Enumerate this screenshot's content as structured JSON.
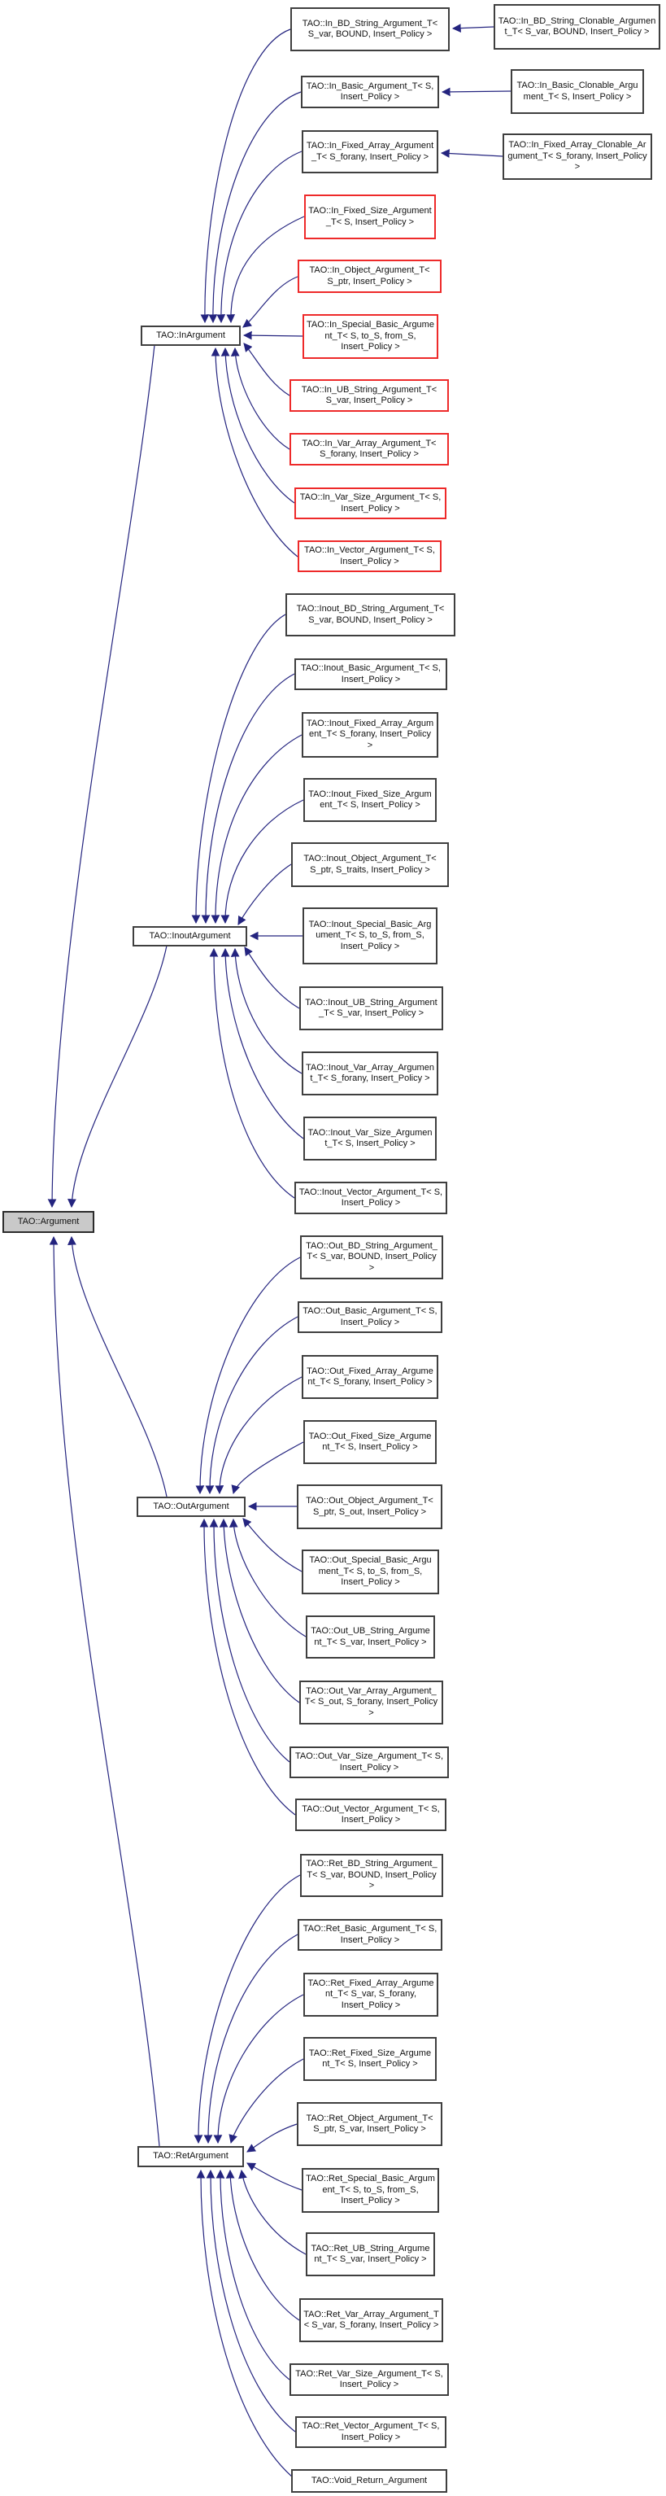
{
  "diagram": {
    "kind": "class-inheritance-graph",
    "colors": {
      "edge": "#24247f",
      "node_border": "#3f3f3f",
      "undocumented_border": "#ee2a2a",
      "root_fill": "#c9c9c9",
      "background": "#ffffff"
    }
  },
  "nodes": {
    "argument": {
      "label": "TAO::Argument"
    },
    "in_argument": {
      "label": "TAO::InArgument"
    },
    "inout_argument": {
      "label": "TAO::InoutArgument"
    },
    "out_argument": {
      "label": "TAO::OutArgument"
    },
    "ret_argument": {
      "label": "TAO::RetArgument"
    },
    "in_bd_string": {
      "label": "TAO::In_BD_String_Argument_T< S_var, BOUND, Insert_Policy >"
    },
    "in_basic": {
      "label": "TAO::In_Basic_Argument_T< S, Insert_Policy >"
    },
    "in_fixed_array": {
      "label": "TAO::In_Fixed_Array_Argument_T< S_forany, Insert_Policy >"
    },
    "in_fixed_size": {
      "label": "TAO::In_Fixed_Size_Argument_T< S, Insert_Policy >"
    },
    "in_object": {
      "label": "TAO::In_Object_Argument_T< S_ptr, Insert_Policy >"
    },
    "in_special_basic": {
      "label": "TAO::In_Special_Basic_Argument_T< S, to_S, from_S, Insert_Policy >"
    },
    "in_ub_string": {
      "label": "TAO::In_UB_String_Argument_T< S_var, Insert_Policy >"
    },
    "in_var_array": {
      "label": "TAO::In_Var_Array_Argument_T< S_forany, Insert_Policy >"
    },
    "in_var_size": {
      "label": "TAO::In_Var_Size_Argument_T< S, Insert_Policy >"
    },
    "in_vector": {
      "label": "TAO::In_Vector_Argument_T< S, Insert_Policy >"
    },
    "in_bd_string_clonable": {
      "label": "TAO::In_BD_String_Clonable_Argument_T< S_var, BOUND, Insert_Policy >"
    },
    "in_basic_clonable": {
      "label": "TAO::In_Basic_Clonable_Argument_T< S, Insert_Policy >"
    },
    "in_fixed_array_clonable": {
      "label": "TAO::In_Fixed_Array_Clonable_Argument_T< S_forany, Insert_Policy >"
    },
    "inout_bd_string": {
      "label": "TAO::Inout_BD_String_Argument_T< S_var, BOUND, Insert_Policy >"
    },
    "inout_basic": {
      "label": "TAO::Inout_Basic_Argument_T< S, Insert_Policy >"
    },
    "inout_fixed_array": {
      "label": "TAO::Inout_Fixed_Array_Argument_T< S_forany, Insert_Policy >"
    },
    "inout_fixed_size": {
      "label": "TAO::Inout_Fixed_Size_Argument_T< S, Insert_Policy >"
    },
    "inout_object": {
      "label": "TAO::Inout_Object_Argument_T< S_ptr, S_traits, Insert_Policy >"
    },
    "inout_special_basic": {
      "label": "TAO::Inout_Special_Basic_Argument_T< S, to_S, from_S, Insert_Policy >"
    },
    "inout_ub_string": {
      "label": "TAO::Inout_UB_String_Argument_T< S_var, Insert_Policy >"
    },
    "inout_var_array": {
      "label": "TAO::Inout_Var_Array_Argument_T< S_forany, Insert_Policy >"
    },
    "inout_var_size": {
      "label": "TAO::Inout_Var_Size_Argument_T< S, Insert_Policy >"
    },
    "inout_vector": {
      "label": "TAO::Inout_Vector_Argument_T< S, Insert_Policy >"
    },
    "out_bd_string": {
      "label": "TAO::Out_BD_String_Argument_T< S_var, BOUND, Insert_Policy >"
    },
    "out_basic": {
      "label": "TAO::Out_Basic_Argument_T< S, Insert_Policy >"
    },
    "out_fixed_array": {
      "label": "TAO::Out_Fixed_Array_Argument_T< S_forany, Insert_Policy >"
    },
    "out_fixed_size": {
      "label": "TAO::Out_Fixed_Size_Argument_T< S, Insert_Policy >"
    },
    "out_object": {
      "label": "TAO::Out_Object_Argument_T< S_ptr, S_out, Insert_Policy >"
    },
    "out_special_basic": {
      "label": "TAO::Out_Special_Basic_Argument_T< S, to_S, from_S, Insert_Policy >"
    },
    "out_ub_string": {
      "label": "TAO::Out_UB_String_Argument_T< S_var, Insert_Policy >"
    },
    "out_var_array": {
      "label": "TAO::Out_Var_Array_Argument_T< S_out, S_forany, Insert_Policy >"
    },
    "out_var_size": {
      "label": "TAO::Out_Var_Size_Argument_T< S, Insert_Policy >"
    },
    "out_vector": {
      "label": "TAO::Out_Vector_Argument_T< S, Insert_Policy >"
    },
    "ret_bd_string": {
      "label": "TAO::Ret_BD_String_Argument_T< S_var, BOUND, Insert_Policy >"
    },
    "ret_basic": {
      "label": "TAO::Ret_Basic_Argument_T< S, Insert_Policy >"
    },
    "ret_fixed_array": {
      "label": "TAO::Ret_Fixed_Array_Argument_T< S_var, S_forany, Insert_Policy >"
    },
    "ret_fixed_size": {
      "label": "TAO::Ret_Fixed_Size_Argument_T< S, Insert_Policy >"
    },
    "ret_object": {
      "label": "TAO::Ret_Object_Argument_T< S_ptr, S_var, Insert_Policy >"
    },
    "ret_special_basic": {
      "label": "TAO::Ret_Special_Basic_Argument_T< S, to_S, from_S, Insert_Policy >"
    },
    "ret_ub_string": {
      "label": "TAO::Ret_UB_String_Argument_T< S_var, Insert_Policy >"
    },
    "ret_var_array": {
      "label": "TAO::Ret_Var_Array_Argument_T< S_var, S_forany, Insert_Policy >"
    },
    "ret_var_size": {
      "label": "TAO::Ret_Var_Size_Argument_T< S, Insert_Policy >"
    },
    "ret_vector": {
      "label": "TAO::Ret_Vector_Argument_T< S, Insert_Policy >"
    },
    "void_return": {
      "label": "TAO::Void_Return_Argument"
    }
  }
}
